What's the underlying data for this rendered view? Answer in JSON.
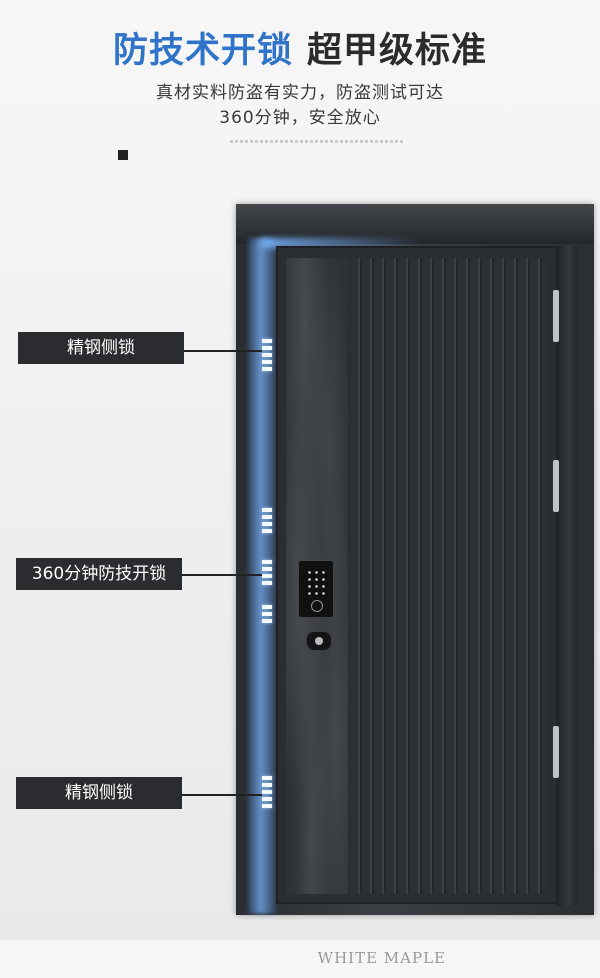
{
  "header": {
    "title_blue": "防技术开锁",
    "title_dark": "超甲级标准",
    "subtitle_line1": "真材实料防盗有实力，防盗测试可达",
    "subtitle_line2": "360分钟，安全放心"
  },
  "callouts": {
    "top": "精钢侧锁",
    "middle": "360分钟防技开锁",
    "bottom": "精钢侧锁"
  },
  "footer": {
    "brand": "WHITE MAPLE"
  },
  "colors": {
    "accent_blue": "#2f74c9",
    "label_bg": "#2a2c30",
    "door_dark": "#2a2d31"
  }
}
